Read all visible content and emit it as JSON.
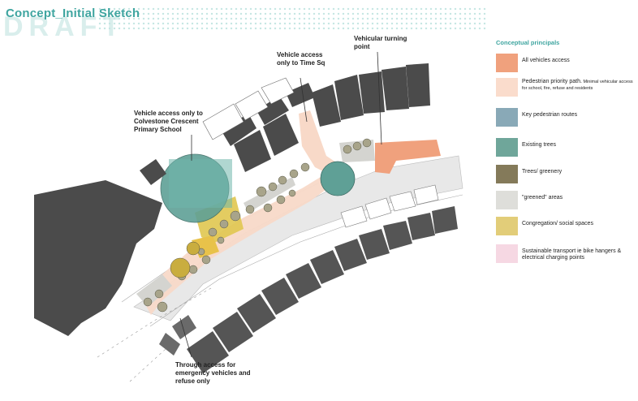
{
  "page": {
    "title": "Concept_Initial Sketch",
    "watermark": "DRAFT"
  },
  "callouts": {
    "vehicular_turning": "Vehicular turning point",
    "time_sq": "Vehicle access only to Time Sq",
    "school": "Vehicle access only to Colvestone Crescent Primary School",
    "emergency": "Through access for emergency vehicles and refuse only"
  },
  "legend": {
    "heading": "Conceptual principals",
    "items": [
      {
        "label": "All vehicles access",
        "sub": "",
        "color": "#f0a17d"
      },
      {
        "label": "Pedestrian priority path.",
        "sub": "Minimal vehicular access for school, fire, refuse and residents",
        "color": "#fadccc"
      },
      {
        "label": "Key pedestrian routes",
        "sub": "",
        "color": "#89a9b7"
      },
      {
        "label": "Existing trees",
        "sub": "",
        "color": "#6fa69a"
      },
      {
        "label": "Trees/ greenery",
        "sub": "",
        "color": "#847a5a"
      },
      {
        "label": "\"greened\" areas",
        "sub": "",
        "color": "#dededa"
      },
      {
        "label": "Congregation/ social spaces",
        "sub": "",
        "color": "#e2cd79"
      },
      {
        "label": "Sustainable transport ie bike hangers & electrical charging points",
        "sub": "",
        "color": "#f6d8e3"
      }
    ]
  },
  "colors": {
    "building": "#4b4b4b",
    "building_light": "#6a6a6a",
    "street": "#e6e6e6",
    "pedestrian": "#f8d9c8",
    "vehicle": "#f0a17d",
    "existing_tree": "#5fa096",
    "tree": "#8b866a",
    "congregation": "#e0c650",
    "greened": "#d4d4d0",
    "accent": "#3fa5a0"
  }
}
